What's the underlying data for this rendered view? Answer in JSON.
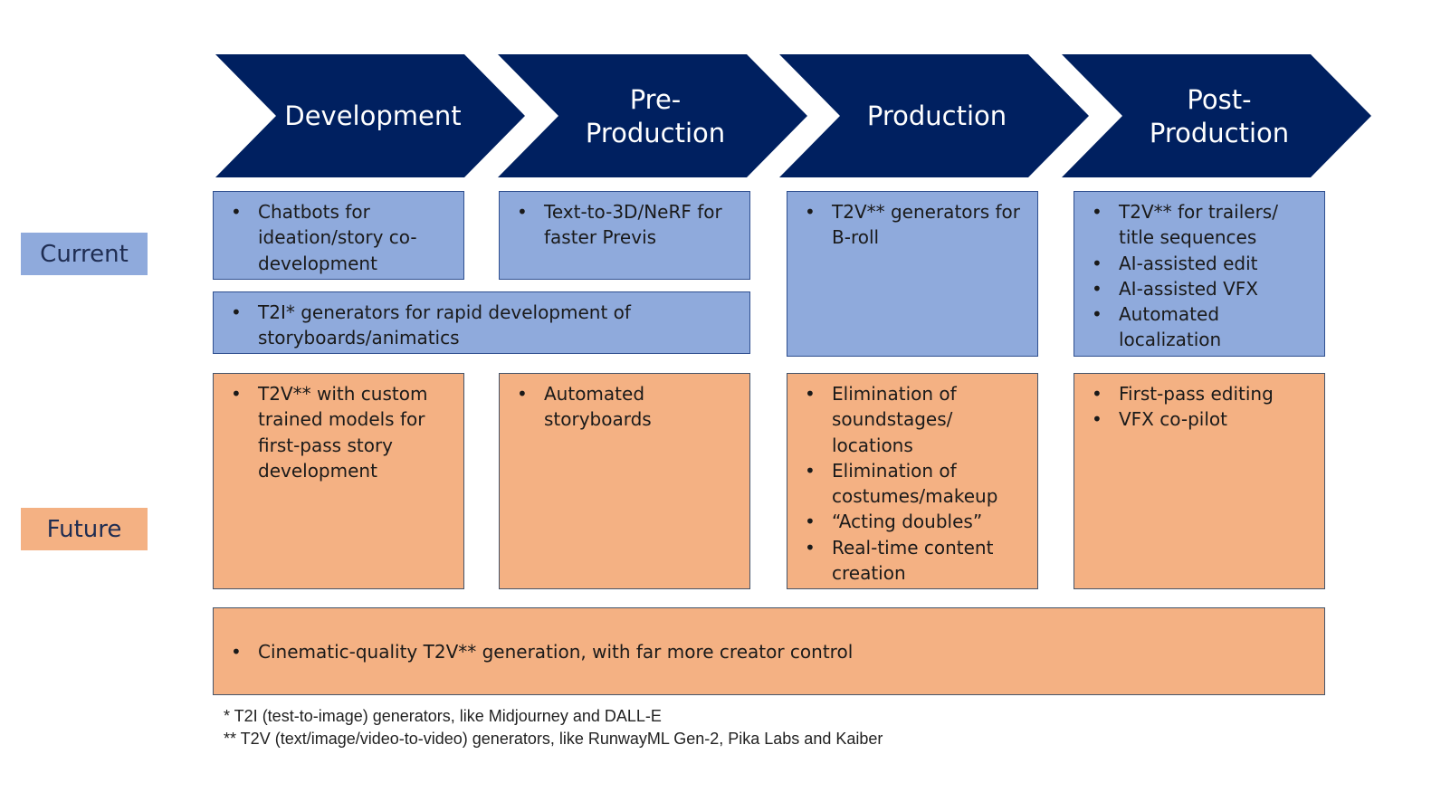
{
  "colors": {
    "chevron": "#002060",
    "current_fill": "#8faadc",
    "future_fill": "#f4b183",
    "box_border": "#2f4f8f"
  },
  "stages": [
    {
      "label": "Development"
    },
    {
      "label": "Pre-\nProduction"
    },
    {
      "label": "Production"
    },
    {
      "label": "Post-\nProduction"
    }
  ],
  "rows": {
    "current": "Current",
    "future": "Future"
  },
  "current": {
    "development": [
      "Chatbots for ideation/story co-development"
    ],
    "preproduction": [
      "Text-to-3D/NeRF for faster Previs"
    ],
    "dev_preprod_shared": [
      "T2I* generators for rapid development of storyboards/animatics"
    ],
    "production": [
      "T2V** generators for B-roll"
    ],
    "postproduction": [
      "T2V** for trailers/ title sequences",
      "AI-assisted edit",
      "AI-assisted VFX",
      "Automated localization"
    ]
  },
  "future": {
    "development": [
      "T2V** with custom trained models for first-pass story development"
    ],
    "preproduction": [
      "Automated storyboards"
    ],
    "production": [
      "Elimination of soundstages/ locations",
      "Elimination of costumes/makeup",
      "“Acting doubles”",
      "Real-time content creation"
    ],
    "postproduction": [
      "First-pass editing",
      "VFX co-pilot"
    ],
    "all_stages": [
      "Cinematic-quality T2V** generation, with far more creator control"
    ]
  },
  "footnotes": [
    "*  T2I (test-to-image) generators, like Midjourney and DALL-E",
    "** T2V (text/image/video-to-video) generators, like RunwayML Gen-2, Pika Labs and Kaiber"
  ]
}
